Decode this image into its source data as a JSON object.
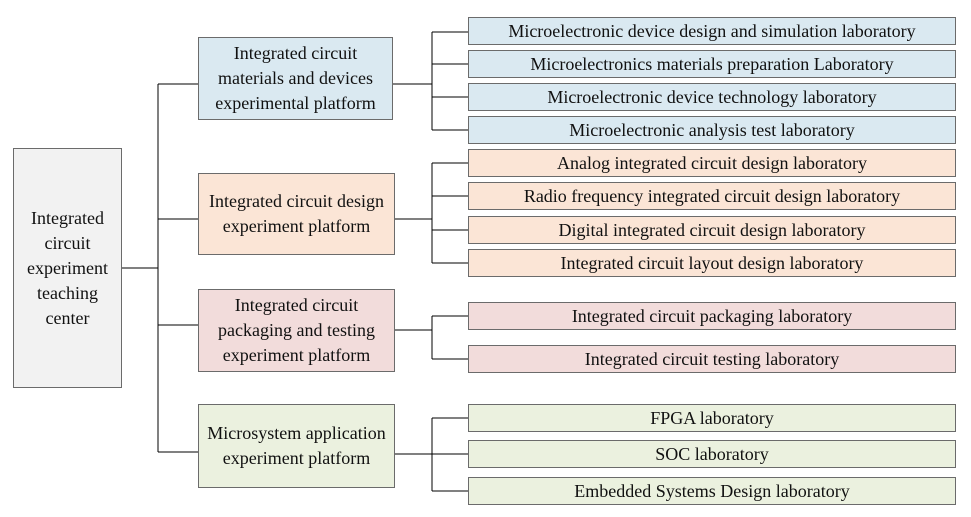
{
  "colors": {
    "root": "#f2f2f2",
    "materials": "#dae9f1",
    "design": "#fbe5d6",
    "packaging": "#f2dcdb",
    "microsystem": "#ebf1df",
    "border": "#6b6b6b",
    "line": "#000000"
  },
  "root": {
    "label": "Integrated circuit experiment teaching center"
  },
  "platforms": [
    {
      "label": "Integrated circuit materials and devices experimental platform",
      "labs": [
        "Microelectronic device design and simulation laboratory",
        "Microelectronics materials preparation Laboratory",
        "Microelectronic device technology laboratory",
        "Microelectronic analysis test laboratory"
      ]
    },
    {
      "label": "Integrated circuit design experiment platform",
      "labs": [
        "Analog integrated circuit design laboratory",
        "Radio frequency integrated circuit design laboratory",
        "Digital integrated circuit design laboratory",
        "Integrated circuit layout design laboratory"
      ]
    },
    {
      "label": "Integrated circuit packaging and testing experiment platform",
      "labs": [
        "Integrated circuit packaging laboratory",
        "Integrated circuit testing laboratory"
      ]
    },
    {
      "label": "Microsystem application experiment platform",
      "labs": [
        "FPGA laboratory",
        "SOC laboratory",
        "Embedded Systems Design laboratory"
      ]
    }
  ]
}
